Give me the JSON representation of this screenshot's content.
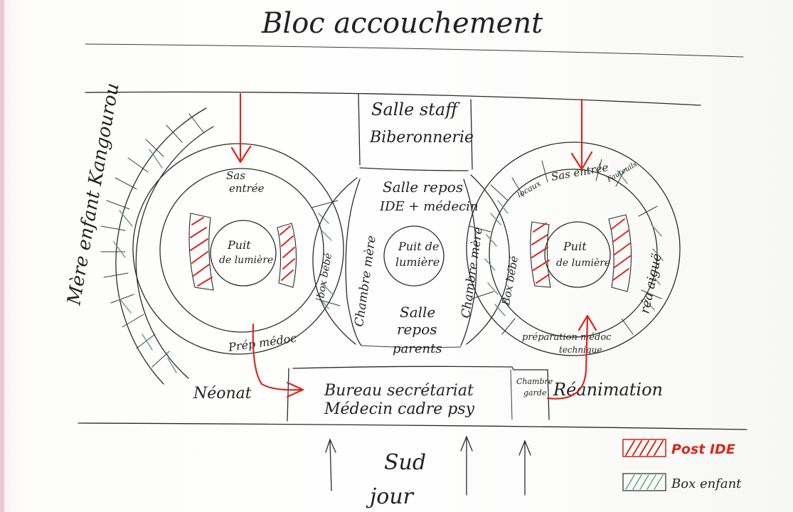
{
  "title": "Bloc accouchement",
  "left_arc_label": "Mère enfant Kangourou",
  "rooms": {
    "salle_staff": [
      "Salle staff",
      "Biberonnerie"
    ],
    "salle_repos_ide": [
      "Salle repos",
      "IDE + médecin"
    ],
    "puits_centre": [
      "Puit de",
      "lumière"
    ],
    "salle_repos_parents": [
      "Salle",
      "repos",
      "parents"
    ],
    "chambre_mere_center": "Chambre mère",
    "chambre_mere_right": "Chambre mère",
    "box_bebe": "Box bébé",
    "left_sas": [
      "Sas",
      "entrée"
    ],
    "left_puits": [
      "Puit",
      "de lumière"
    ],
    "left_box": "box bébé",
    "left_prep": "Prép médoc",
    "right_sas": "Sas entrée",
    "right_locaux": "locaux",
    "right_fauteuils": "Fauteuils",
    "right_puits": [
      "Puit",
      "de lumière"
    ],
    "right_rea": "réa aiguë",
    "right_prep": [
      "préparation médoc",
      "technique"
    ]
  },
  "bottom": {
    "neonat": "Néonat",
    "bureau_line1": "Bureau secrétariat",
    "bureau_line2": "Médecin cadre psy",
    "chambre_garde": [
      "Chambre",
      "garde"
    ],
    "reanimation": "Réanimation",
    "sud": "Sud",
    "jour": "jour"
  },
  "legend": {
    "post_ide": "Post IDE",
    "box_enfant": "Box enfant",
    "post_ide_color": "#d9281e",
    "box_enfant_color": "#5e9a8e"
  }
}
